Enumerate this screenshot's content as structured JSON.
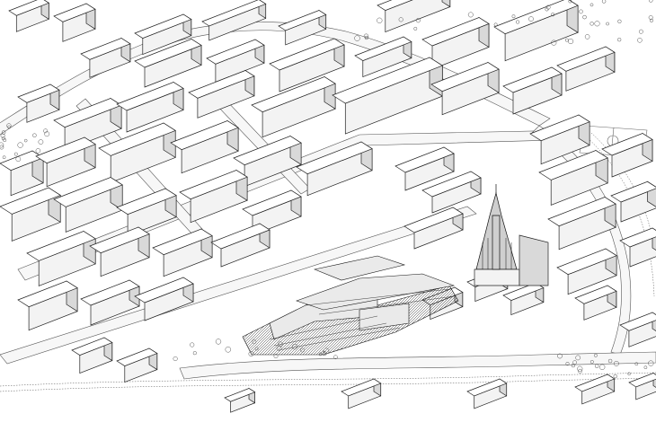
{
  "scene": {
    "kind": "axonometric urban line drawing",
    "palette": {
      "background": "#ffffff",
      "line": "#222222",
      "shade_light": "#f3f3f3",
      "shade_dark": "#d9d9d9"
    },
    "elements": [
      "residential-blocks",
      "street-network",
      "highlighted-redevelopment-block",
      "gothic-church",
      "railway-corridor",
      "sports-field",
      "trees"
    ]
  }
}
